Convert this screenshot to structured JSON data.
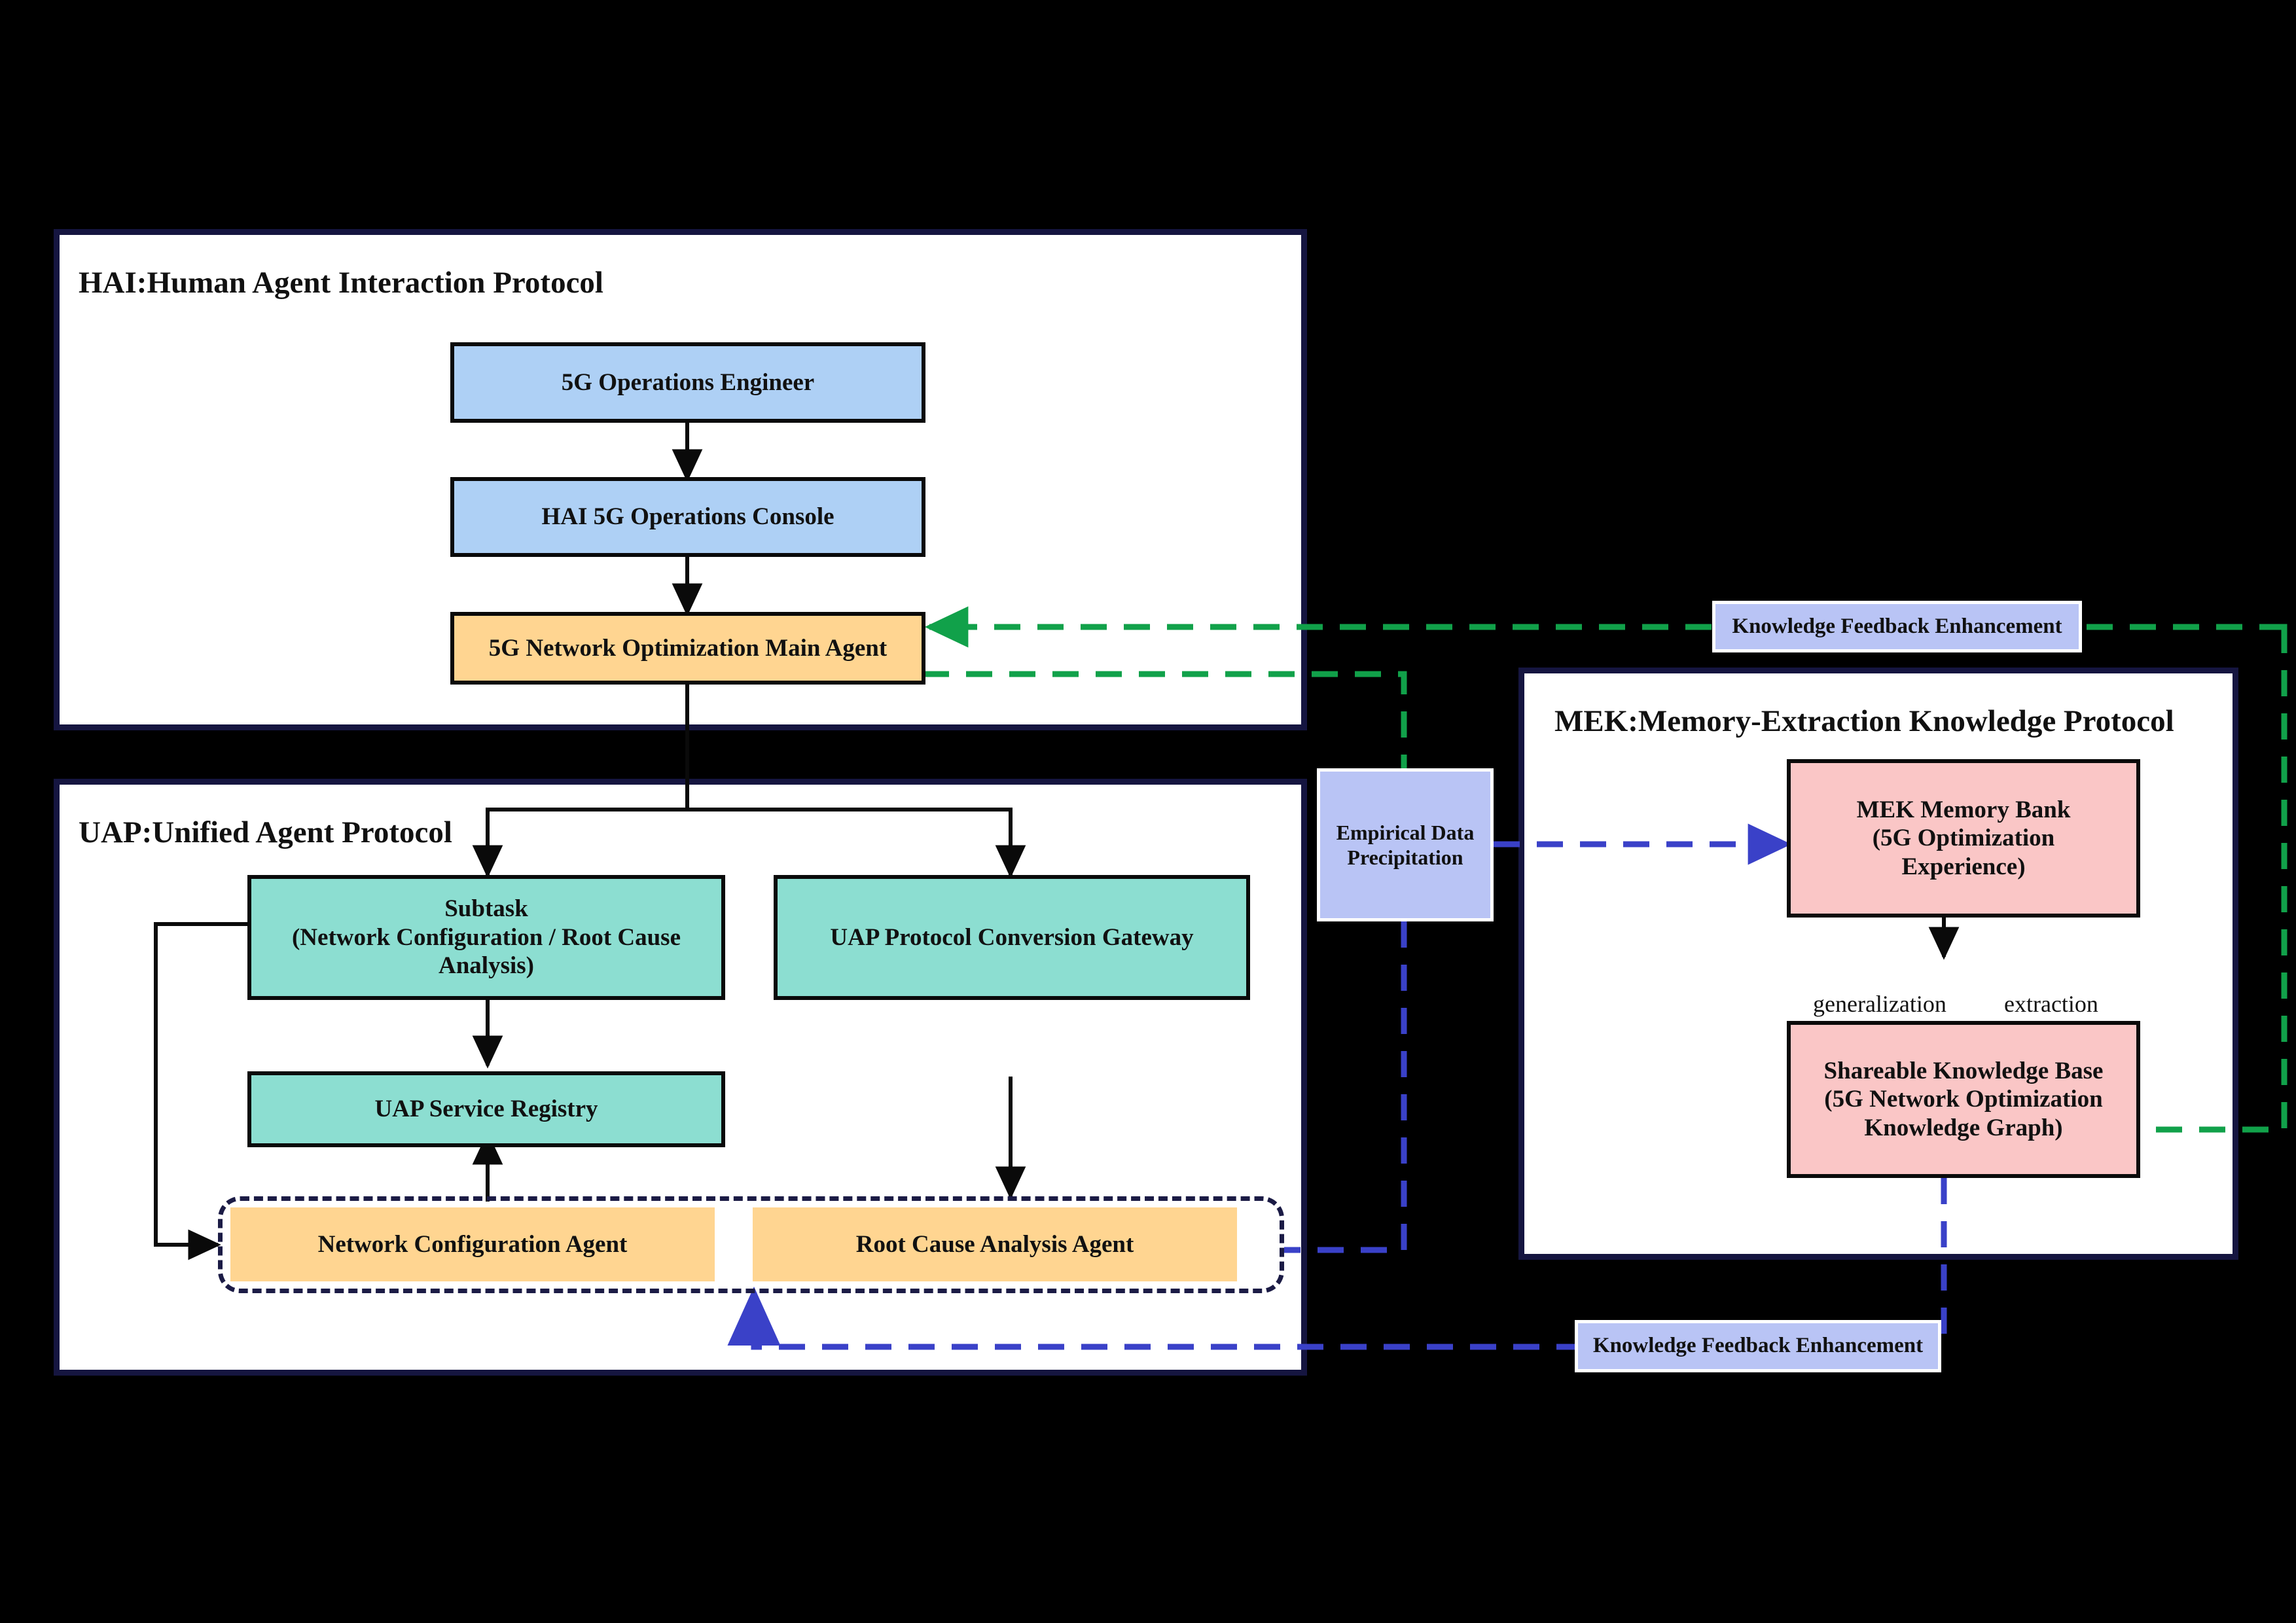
{
  "panels": {
    "hai": {
      "title": "HAI:Human Agent Interaction Protocol"
    },
    "uap": {
      "title": "UAP:Unified Agent Protocol"
    },
    "mek": {
      "title": "MEK:Memory-Extraction Knowledge Protocol"
    }
  },
  "hai_nodes": {
    "engineer": "5G Operations Engineer",
    "console": "HAI 5G Operations Console",
    "main_agent": "5G Network Optimization Main Agent"
  },
  "uap_nodes": {
    "subtask_line1": "Subtask",
    "subtask_line2": "(Network Configuration / Root Cause",
    "subtask_line3": "Analysis)",
    "gateway": "UAP Protocol Conversion Gateway",
    "registry": "UAP Service Registry",
    "net_config_agent": "Network Configuration Agent",
    "root_cause_agent": "Root Cause Analysis Agent"
  },
  "mek_nodes": {
    "memory_bank_line1": "MEK Memory Bank",
    "memory_bank_line2": "(5G Optimization",
    "memory_bank_line3": "Experience)",
    "knowledge_base_line1": "Shareable Knowledge Base",
    "knowledge_base_line2": "(5G Network Optimization",
    "knowledge_base_line3": "Knowledge Graph)"
  },
  "edge_labels": {
    "generalization": "generalization",
    "extraction": "extraction",
    "empirical_line1": "Empirical Data",
    "empirical_line2": "Precipitation",
    "knowledge_feedback_top": "Knowledge Feedback Enhancement",
    "knowledge_feedback_bottom": "Knowledge Feedback Enhancement"
  },
  "colors": {
    "background": "#000000",
    "panel_border": "#151540",
    "node_blue": "#AED0F5",
    "node_orange": "#FFD591",
    "node_teal": "#8CDED1",
    "node_pink": "#FAC6C6",
    "label_blue": "#B9C4F5",
    "arrow_black": "#0a0a0a",
    "arrow_green": "#11A14A",
    "arrow_blue": "#3A41C8",
    "group_dash": "#1b1b45"
  }
}
